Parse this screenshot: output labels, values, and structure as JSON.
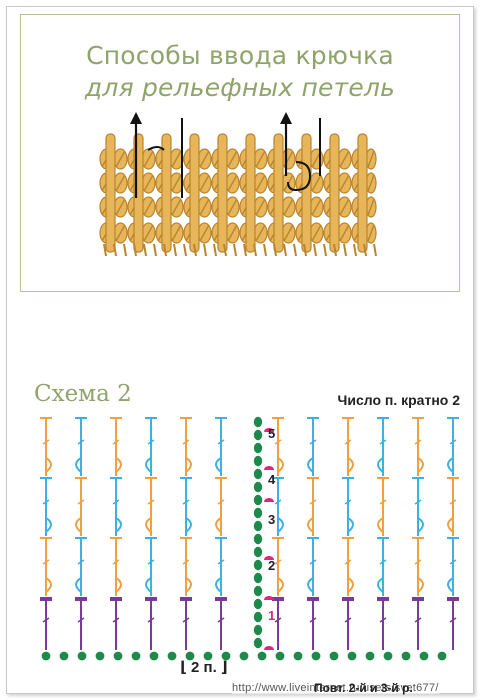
{
  "title": {
    "line1": "Способы ввода крючка",
    "line2": "для рельефных петель"
  },
  "scheme": {
    "title": "Схема 2",
    "multiple_note": "Число п. кратно 2",
    "repeat_bracket": "⌊ 2 п. ⌋",
    "repeat_rows": "Повт. 2-й и 3-й р.",
    "row_numbers": [
      "1",
      "2",
      "3",
      "4",
      "5"
    ],
    "watermark": "http://www.liveinternet.ru/users/svet677/"
  },
  "colors": {
    "accent": "#8fa36a",
    "yarn": "#e7b55a",
    "yarn_shadow": "#b9852d",
    "orange_stitch": "#f0a040",
    "blue_stitch": "#3fb0e0",
    "purple_stitch": "#7a3a9a",
    "chain": "#1e8a4a",
    "turning_marker": "#e0267a"
  },
  "icons": {
    "arrow_1": "up-arrow-icon",
    "arrow_2": "up-arrow-icon"
  }
}
